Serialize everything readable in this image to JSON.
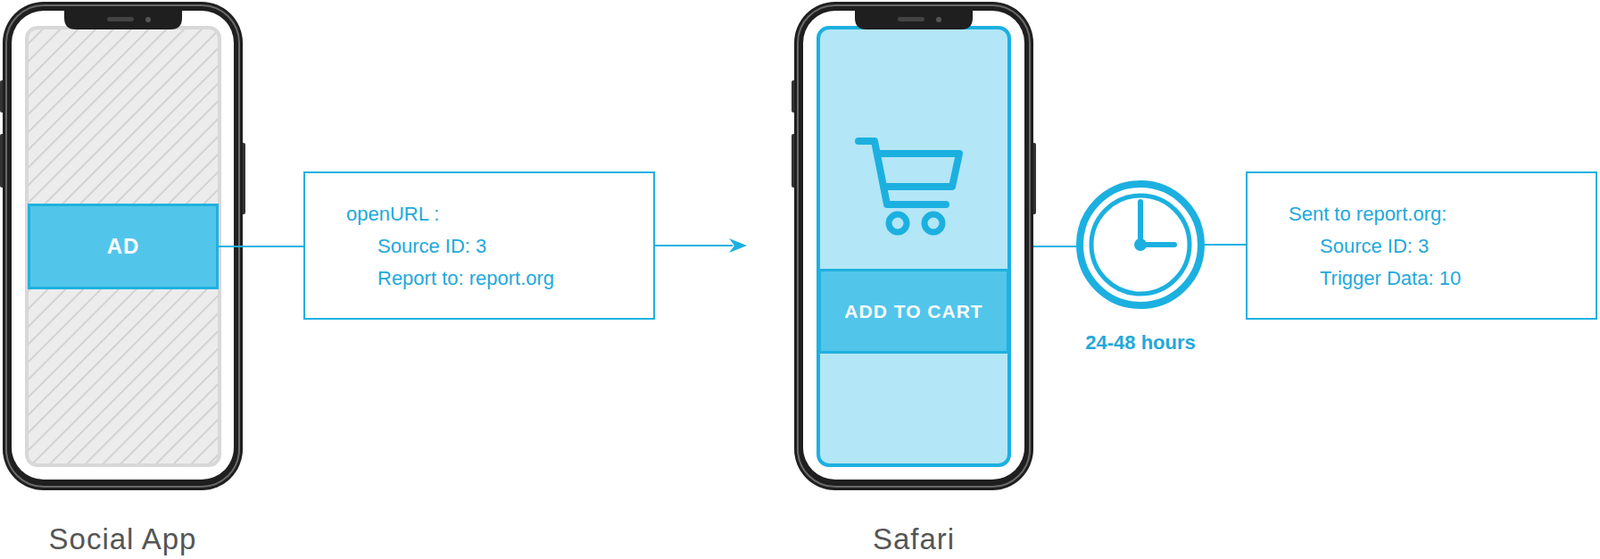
{
  "diagram": {
    "nodes": [
      {
        "text": [
          "Social App"
        ]
      },
      {
        "text": [
          "AD"
        ],
        "in": 0
      },
      {
        "text": [
          "openURL :",
          "Source ID: 3",
          "Report to: report.org"
        ]
      },
      {
        "text": [
          "Safari"
        ]
      },
      {
        "text": [
          "ADD TO CART"
        ],
        "in": 3
      },
      {
        "text": [
          "24-48 hours"
        ]
      },
      {
        "text": [
          "Sent to report.org:",
          "Source ID: 3",
          "Trigger Data: 10"
        ]
      }
    ],
    "edges": [
      {
        "from": 1,
        "to": 2,
        "arrow": "none"
      },
      {
        "from": 2,
        "to": 3,
        "arrow": "to"
      },
      {
        "from": 3,
        "to": 5,
        "arrow": "none"
      },
      {
        "from": 5,
        "to": 6,
        "arrow": "none"
      }
    ]
  }
}
